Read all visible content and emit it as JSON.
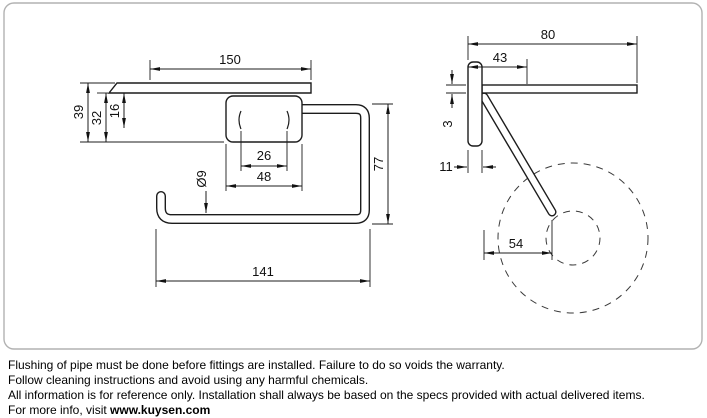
{
  "front_view": {
    "dims": {
      "shelf_width": "150",
      "height_total": "39",
      "height_mid": "32",
      "height_top": "16",
      "hole_spacing": "26",
      "bracket_width": "48",
      "bar_diameter": "Ø9",
      "bar_drop": "77",
      "overall_width": "141"
    }
  },
  "side_view": {
    "dims": {
      "shelf_depth": "80",
      "front_depth": "43",
      "shelf_thickness": "3",
      "plate_thickness": "11",
      "arm_reach": "54"
    }
  },
  "footer": {
    "line1": "Flushing of pipe must be done before fittings are installed. Failure to do so voids the warranty.",
    "line2": "Follow cleaning instructions and avoid using any harmful chemicals.",
    "line3": "All information is for reference only. Installation shall always be based on the specs provided with actual delivered items.",
    "line4_prefix": "For more info, visit ",
    "line4_link": "www.kuysen.com"
  }
}
